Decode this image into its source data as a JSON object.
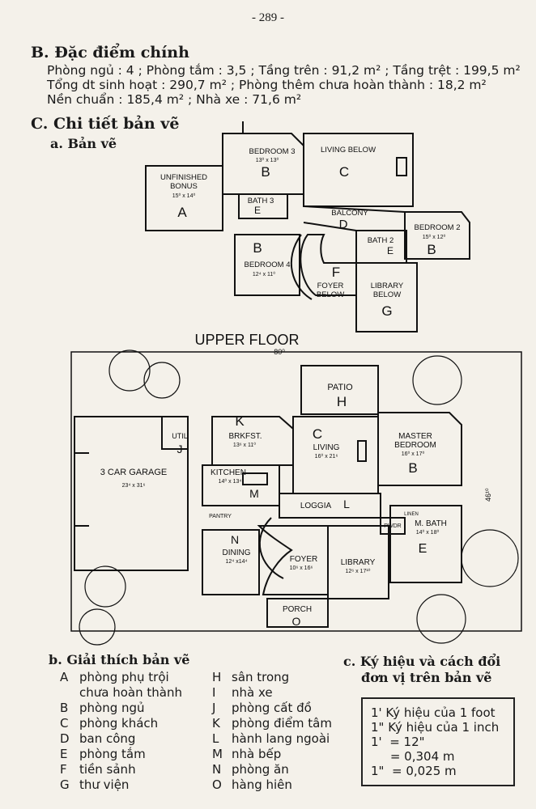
{
  "page_number": "- 289 -",
  "section_b": {
    "heading": "B. Đặc điểm chính",
    "lines": [
      "Phòng ngủ : 4 ; Phòng tắm : 3,5 ; Tầng trên : 91,2 m² ; Tầng trệt : 199,5 m²",
      "Tổng dt sinh hoạt : 290,7 m² ; Phòng thêm chưa hoàn thành : 18,2 m²",
      "Nền chuẩn : 185,4 m² ; Nhà xe : 71,6 m²"
    ]
  },
  "section_c": {
    "heading": "C. Chi tiết bản vẽ",
    "sub_a": "a. Bản vẽ"
  },
  "upper_floor": {
    "title": "UPPER FLOOR",
    "rooms": {
      "bonus_name": "UNFINISHED",
      "bonus_name2": "BONUS",
      "bonus_dim": "15⁰ x 14⁰",
      "bonus_letter": "A",
      "bed3_name": "BEDROOM 3",
      "bed3_dim": "13⁰ x 13⁰",
      "bed3_letter": "B",
      "living_below": "LIVING BELOW",
      "living_letter": "C",
      "bath3": "BATH 3",
      "bath3_letter": "E",
      "balcony": "BALCONY",
      "balcony_letter": "D",
      "bed2_name": "BEDROOM 2",
      "bed2_dim": "15⁰ x 12⁰",
      "bed2_letter": "B",
      "bath2": "BATH 2",
      "bath2_letter": "E",
      "bed4_letter": "B",
      "bed4_name": "BEDROOM 4",
      "bed4_dim": "12⁴ x 11⁰",
      "foyer_letter": "F",
      "foyer_name": "FOYER",
      "foyer_below": "BELOW",
      "library_name": "LIBRARY",
      "library_below": "BELOW",
      "library_letter": "G"
    }
  },
  "main_floor": {
    "width_dim": "80⁰",
    "depth_dim": "46¹⁰",
    "rooms": {
      "patio": "PATIO",
      "patio_letter": "H",
      "brkfst_letter": "K",
      "brkfst": "BRKFST.",
      "brkfst_dim": "13⁶ x 11⁰",
      "util": "UTIL",
      "util_letter": "J",
      "living_letter": "C",
      "living": "LIVING",
      "living_dim": "16⁰ x 21⁶",
      "master_name": "MASTER",
      "master_name2": "BEDROOM",
      "master_dim": "16⁰ x 17⁰",
      "master_letter": "B",
      "garage": "3 CAR GARAGE",
      "garage_dim": "23⁴ x 31⁶",
      "kitchen": "KITCHEN",
      "kitchen_dim": "14⁰ x 13⁴",
      "kitchen_letter": "M",
      "loggia": "LOGGIA",
      "loggia_letter": "L",
      "pantry": "PANTRY",
      "pwdr": "PWDR",
      "linen": "LINEN",
      "mbath": "M. BATH",
      "mbath_dim": "14⁰ x 18⁰",
      "mbath_letter": "E",
      "dining_letter": "N",
      "dining": "DINING",
      "dining_dim": "12⁴ x14⁴",
      "foyer": "FOYER",
      "foyer_dim": "10⁶ x 16⁶",
      "library": "LIBRARY",
      "library_dim": "12⁶ x 17¹⁰",
      "porch": "PORCH",
      "porch_letter": "O"
    }
  },
  "section_b_legend": {
    "heading": "b. Giải thích bản vẽ",
    "left": [
      {
        "key": "A",
        "text": "phòng phụ trội"
      },
      {
        "key": "",
        "text": "chưa hoàn thành"
      },
      {
        "key": "B",
        "text": "phòng ngủ"
      },
      {
        "key": "C",
        "text": "phòng khách"
      },
      {
        "key": "D",
        "text": "ban công"
      },
      {
        "key": "E",
        "text": "phòng tắm"
      },
      {
        "key": "F",
        "text": "tiền sảnh"
      },
      {
        "key": "G",
        "text": "thư viện"
      }
    ],
    "right": [
      {
        "key": "H",
        "text": "sân trong"
      },
      {
        "key": "I",
        "text": "nhà xe"
      },
      {
        "key": "J",
        "text": "phòng cất đồ"
      },
      {
        "key": "K",
        "text": "phòng điểm tâm"
      },
      {
        "key": "L",
        "text": "hành lang ngoài"
      },
      {
        "key": "M",
        "text": "nhà bếp"
      },
      {
        "key": "N",
        "text": "phòng ăn"
      },
      {
        "key": "O",
        "text": "hàng hiên"
      }
    ]
  },
  "section_c_units": {
    "heading_line1": "c. Ký hiệu và cách đổi",
    "heading_line2": "đơn vị trên bản vẽ",
    "lines": [
      "1' Ký hiệu của 1 foot",
      "1\" Ký hiệu của 1 inch",
      "1'  = 12\"",
      "     = 0,304 m",
      "1\"  = 0,025 m"
    ]
  }
}
